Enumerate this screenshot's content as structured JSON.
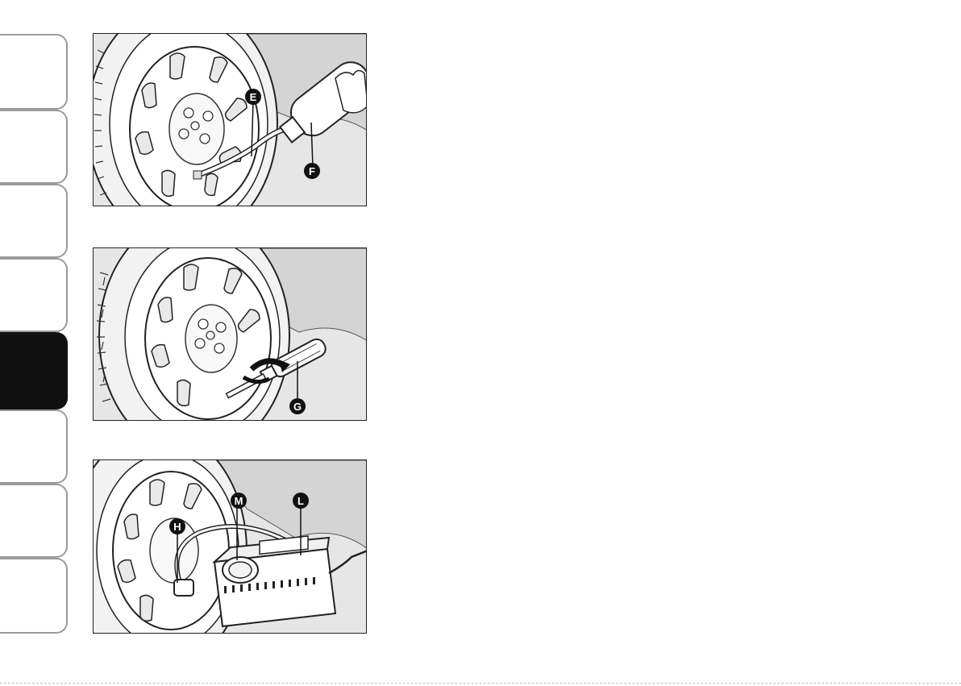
{
  "side_tabs": [
    {
      "name": "tab-1",
      "active": false
    },
    {
      "name": "tab-2",
      "active": false
    },
    {
      "name": "tab-3",
      "active": false
    },
    {
      "name": "tab-4",
      "active": false
    },
    {
      "name": "tab-5",
      "active": true
    },
    {
      "name": "tab-6",
      "active": false
    },
    {
      "name": "tab-7",
      "active": false
    },
    {
      "name": "tab-8",
      "active": false
    }
  ],
  "figures": [
    {
      "callouts": [
        "E",
        "F"
      ]
    },
    {
      "callouts": [
        "G"
      ]
    },
    {
      "callouts": [
        "M",
        "L",
        "H"
      ]
    }
  ],
  "colors": {
    "active_tab": "#111111",
    "tab_border": "#9a9a9a",
    "figure_bg": "#e6e6e6"
  }
}
